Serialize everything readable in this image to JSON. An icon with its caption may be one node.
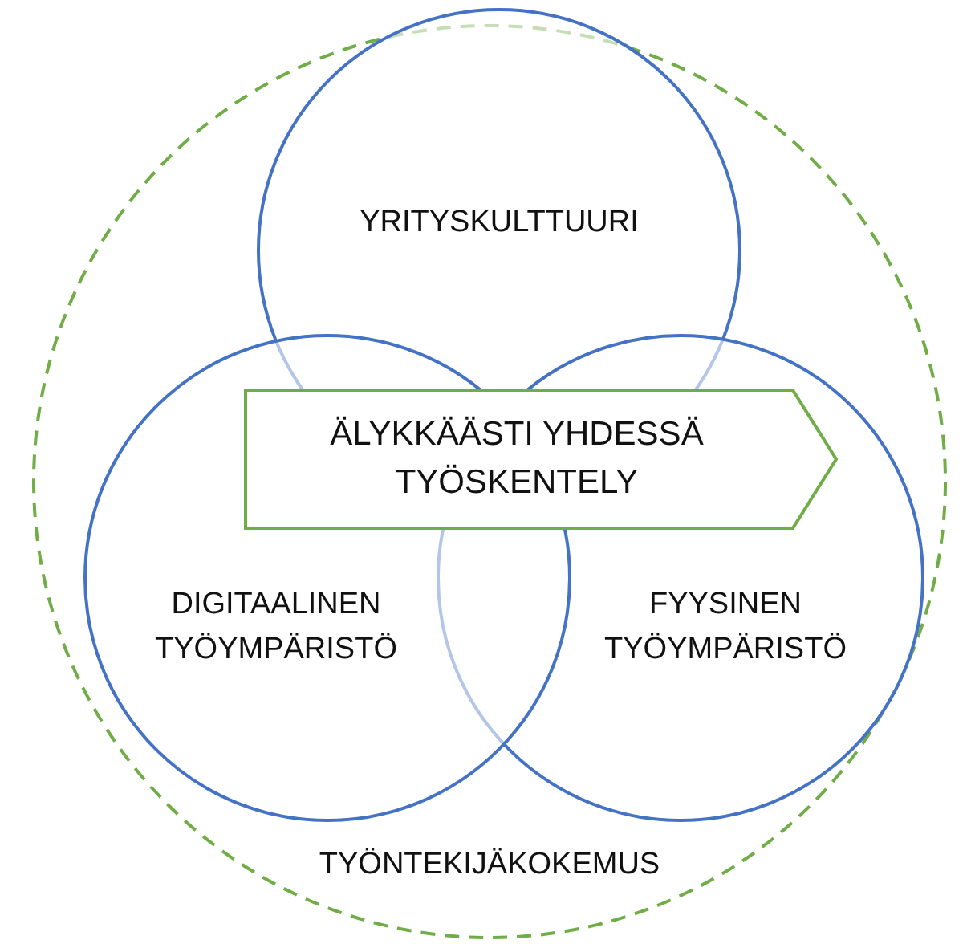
{
  "diagram": {
    "nodes": [
      {
        "text": [
          "TYÖNTEKIJÄKOKEMUS"
        ]
      },
      {
        "text": [
          "YRITYSKULTTUURI"
        ],
        "in": 0
      },
      {
        "text": [
          "DIGITAALINEN TYÖYMPÄRISTÖ"
        ],
        "in": 0
      },
      {
        "text": [
          "FYYSINEN TYÖYMPÄRISTÖ"
        ],
        "in": 0
      },
      {
        "text": [
          "ÄLYKKÄÄSTI YHDESSÄ TYÖSKENTELY"
        ],
        "in": 0
      }
    ]
  }
}
